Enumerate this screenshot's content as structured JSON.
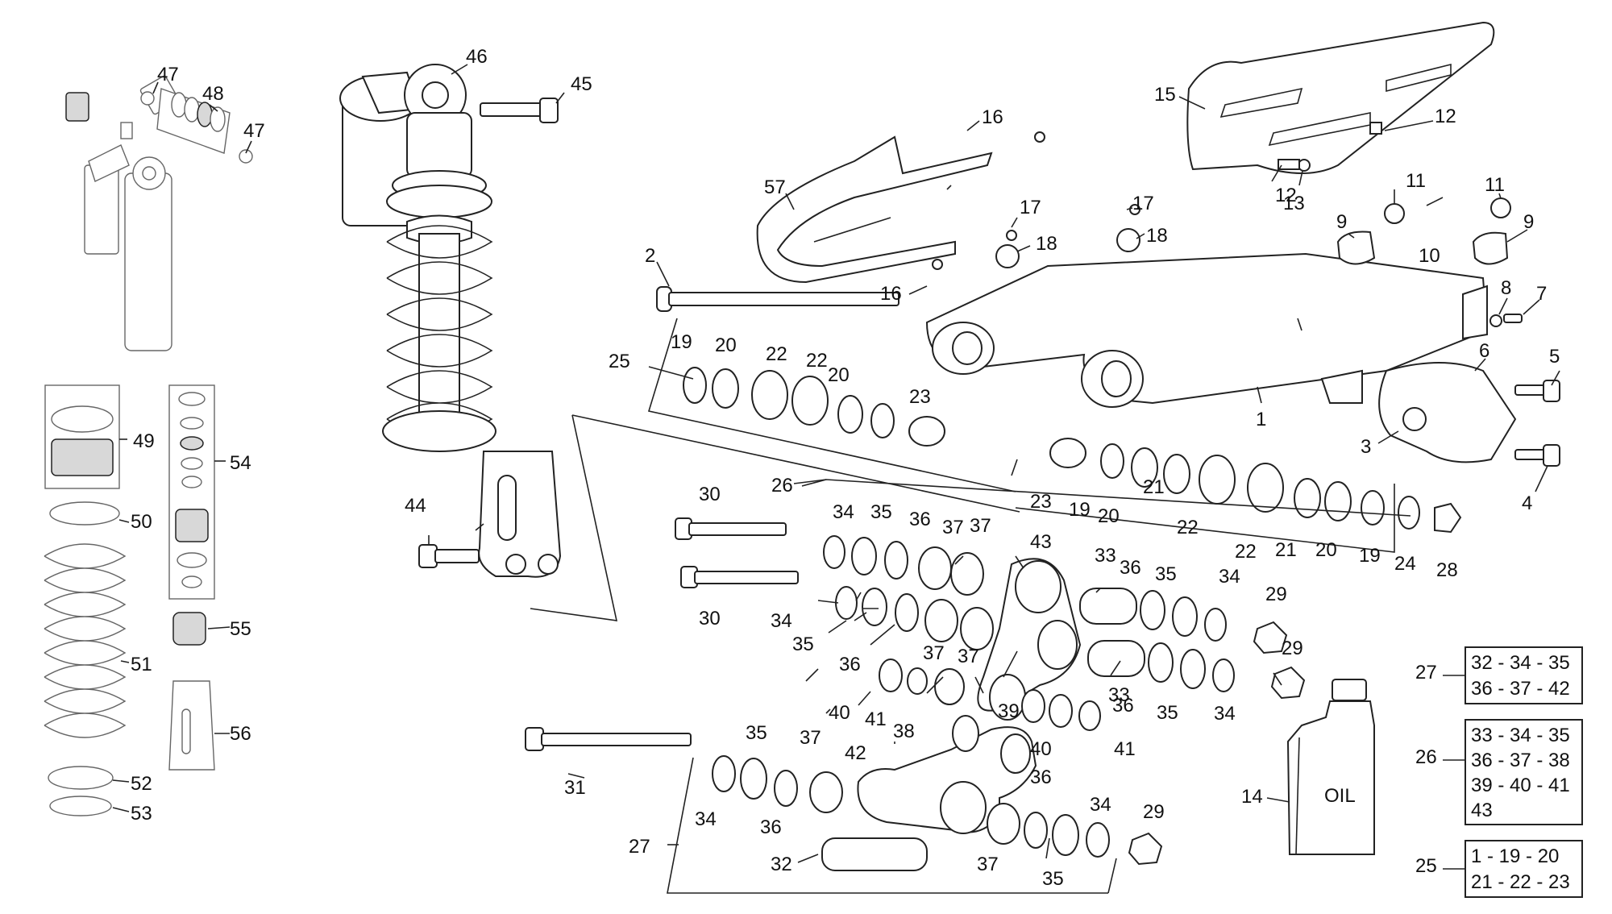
{
  "diagram": {
    "callouts": [
      {
        "text": "1"
      },
      {
        "text": "2"
      },
      {
        "text": "3"
      },
      {
        "text": "4"
      },
      {
        "text": "5"
      },
      {
        "text": "6"
      },
      {
        "text": "7"
      },
      {
        "text": "8"
      },
      {
        "text": "9"
      },
      {
        "text": "9"
      },
      {
        "text": "10"
      },
      {
        "text": "11"
      },
      {
        "text": "11"
      },
      {
        "text": "12"
      },
      {
        "text": "12"
      },
      {
        "text": "13"
      },
      {
        "text": "14"
      },
      {
        "text": "15"
      },
      {
        "text": "16"
      },
      {
        "text": "16"
      },
      {
        "text": "17"
      },
      {
        "text": "17"
      },
      {
        "text": "18"
      },
      {
        "text": "18"
      },
      {
        "text": "19"
      },
      {
        "text": "19"
      },
      {
        "text": "19"
      },
      {
        "text": "20"
      },
      {
        "text": "20"
      },
      {
        "text": "20"
      },
      {
        "text": "20"
      },
      {
        "text": "21"
      },
      {
        "text": "21"
      },
      {
        "text": "22"
      },
      {
        "text": "22"
      },
      {
        "text": "22"
      },
      {
        "text": "22"
      },
      {
        "text": "23"
      },
      {
        "text": "23"
      },
      {
        "text": "24"
      },
      {
        "text": "25"
      },
      {
        "text": "26"
      },
      {
        "text": "27"
      },
      {
        "text": "28"
      },
      {
        "text": "29"
      },
      {
        "text": "29"
      },
      {
        "text": "29"
      },
      {
        "text": "30"
      },
      {
        "text": "30"
      },
      {
        "text": "31"
      },
      {
        "text": "32"
      },
      {
        "text": "33"
      },
      {
        "text": "33"
      },
      {
        "text": "34"
      },
      {
        "text": "34"
      },
      {
        "text": "34"
      },
      {
        "text": "34"
      },
      {
        "text": "34"
      },
      {
        "text": "34"
      },
      {
        "text": "35"
      },
      {
        "text": "35"
      },
      {
        "text": "35"
      },
      {
        "text": "35"
      },
      {
        "text": "35"
      },
      {
        "text": "35"
      },
      {
        "text": "36"
      },
      {
        "text": "36"
      },
      {
        "text": "36"
      },
      {
        "text": "36"
      },
      {
        "text": "36"
      },
      {
        "text": "36"
      },
      {
        "text": "37"
      },
      {
        "text": "37"
      },
      {
        "text": "37"
      },
      {
        "text": "37"
      },
      {
        "text": "37"
      },
      {
        "text": "37"
      },
      {
        "text": "38"
      },
      {
        "text": "39"
      },
      {
        "text": "40"
      },
      {
        "text": "40"
      },
      {
        "text": "41"
      },
      {
        "text": "41"
      },
      {
        "text": "42"
      },
      {
        "text": "43"
      },
      {
        "text": "44"
      },
      {
        "text": "45"
      },
      {
        "text": "46"
      },
      {
        "text": "47"
      },
      {
        "text": "47"
      },
      {
        "text": "48"
      },
      {
        "text": "49"
      },
      {
        "text": "50"
      },
      {
        "text": "51"
      },
      {
        "text": "52"
      },
      {
        "text": "53"
      },
      {
        "text": "54"
      },
      {
        "text": "55"
      },
      {
        "text": "56"
      },
      {
        "text": "57"
      }
    ],
    "oil_label": "OIL",
    "kits": [
      {
        "number": "27",
        "lines": [
          "32 - 34 - 35",
          "36 - 37 - 42"
        ]
      },
      {
        "number": "26",
        "lines": [
          "33 - 34 - 35",
          "36 - 37 - 38",
          "39 - 40 - 41",
          "43"
        ]
      },
      {
        "number": "25",
        "lines": [
          "1 - 19 - 20",
          "21 - 22 - 23"
        ]
      }
    ]
  }
}
